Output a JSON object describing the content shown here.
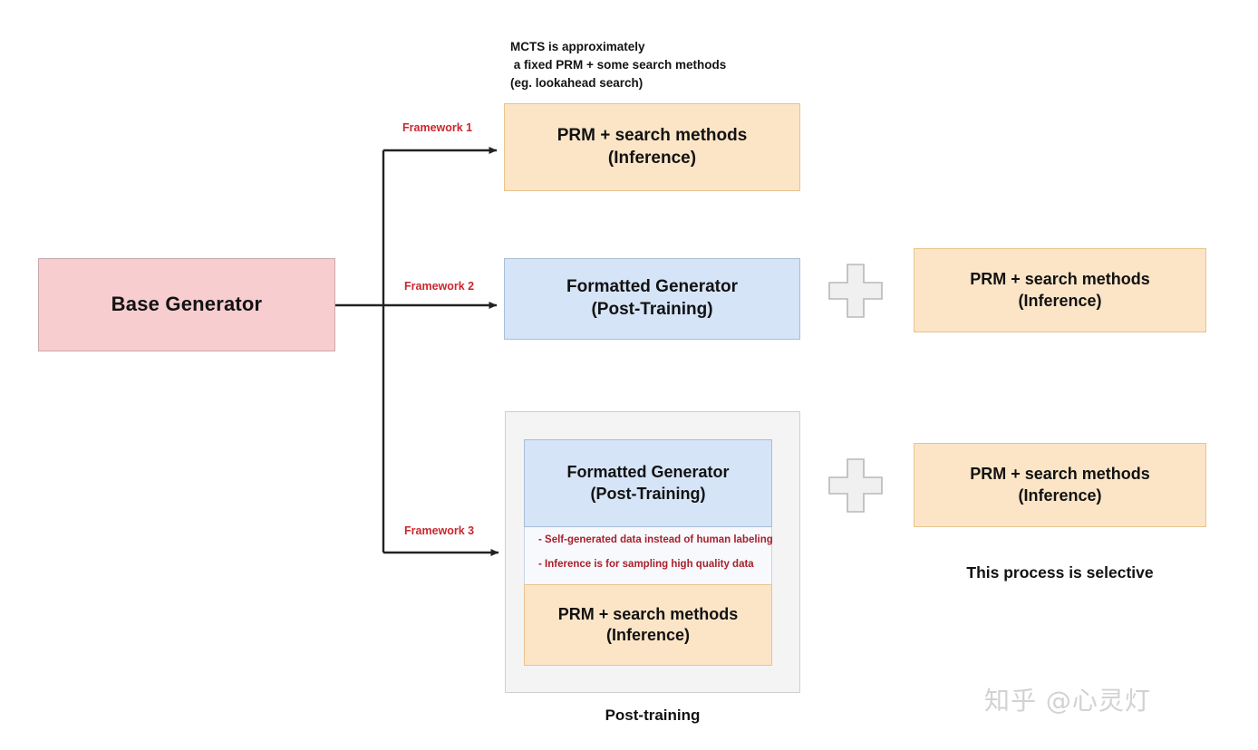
{
  "diagram": {
    "mcts_note": "MCTS is approximately\n a fixed PRM + some search methods\n(eg. lookahead search)",
    "base_generator": {
      "label": "Base Generator"
    },
    "framework_labels": {
      "f1": "Framework 1",
      "f2": "Framework 2",
      "f3": "Framework 3"
    },
    "prm_box": {
      "line1": "PRM + search methods",
      "line2": "(Inference)"
    },
    "formatted_generator_box": {
      "line1": "Formatted Generator",
      "line2": "(Post-Training)"
    },
    "framework3_notes": {
      "note1": "- Self-generated data instead of human labeling",
      "note2": "- Inference is for sampling high quality data"
    },
    "captions": {
      "post_training": "Post-training",
      "selective": "This process is selective"
    },
    "plus_symbol": "+",
    "watermark": "知乎 @心灵灯",
    "colors": {
      "pink_fill": "#f7cdd0",
      "pink_border": "#c9a9ab",
      "orange_fill": "#fce5c7",
      "orange_border": "#e8c38d",
      "blue_fill": "#d6e4f7",
      "blue_border": "#a8bdd6",
      "container_fill": "#f4f4f4",
      "container_border": "#cfcfcf",
      "framework_label": "#c9282d",
      "note_red": "#a8212c",
      "connector": "#222222",
      "plus_fill": "#f0f0f0",
      "plus_border": "#b8b8b8",
      "watermark": "#d2d2d2"
    }
  }
}
